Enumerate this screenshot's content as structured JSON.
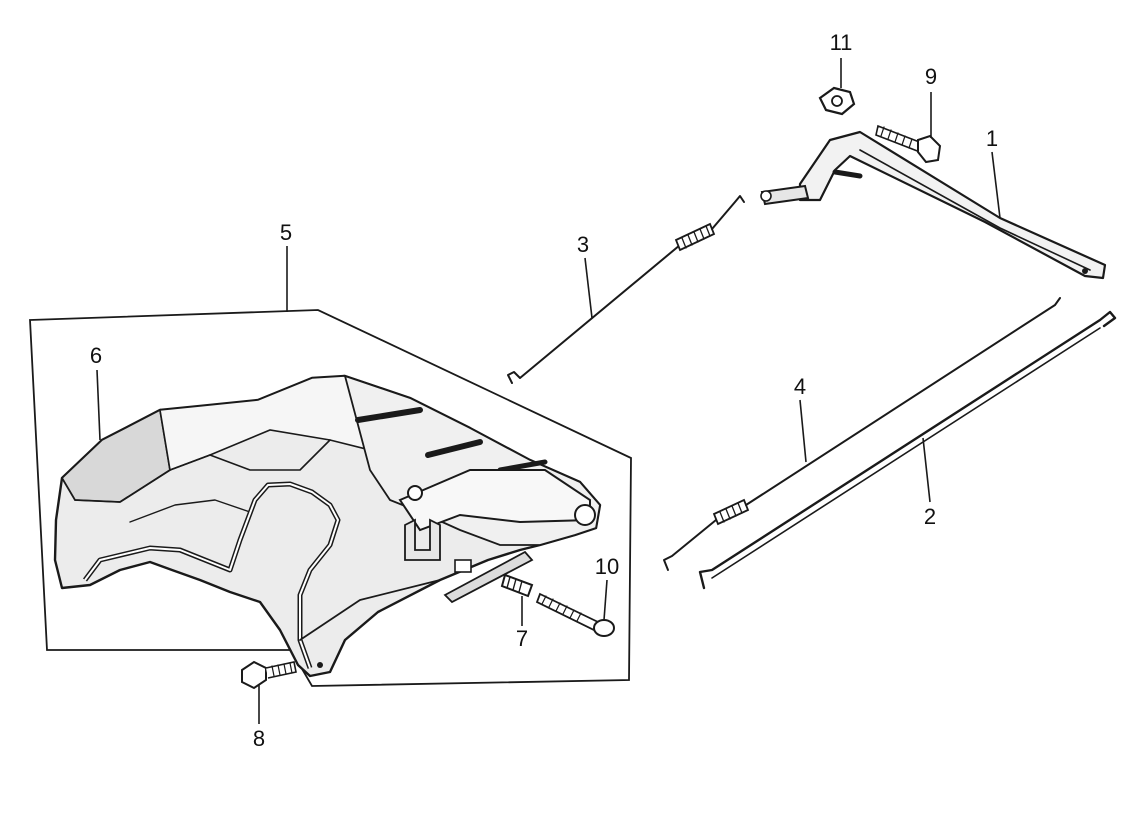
{
  "callouts": {
    "c1": "1",
    "c2": "2",
    "c3": "3",
    "c4": "4",
    "c5": "5",
    "c6": "6",
    "c7": "7",
    "c8": "8",
    "c9": "9",
    "c10": "10",
    "c11": "11"
  },
  "colors": {
    "ink": "#1a1a1a",
    "background": "#ffffff",
    "shading": "#e4e4e4"
  }
}
